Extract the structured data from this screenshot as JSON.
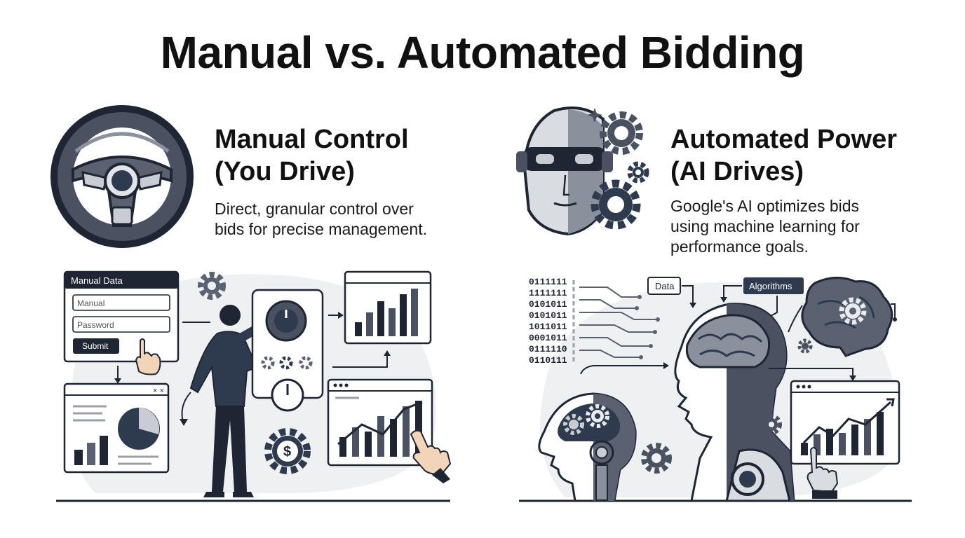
{
  "title": "Manual vs. Automated Bidding",
  "manual": {
    "heading_line1": "Manual Control",
    "heading_line2": "(You Drive)",
    "desc_line1": "Direct, granular control over",
    "desc_line2": "bids for precise management.",
    "form": {
      "title": "Manual Data",
      "field1_placeholder": "Manual",
      "field2_placeholder": "Password",
      "submit_label": "Submit"
    },
    "gear_symbol": "$"
  },
  "automated": {
    "heading_line1": "Automated Power",
    "heading_line2": "(AI Drives)",
    "desc_line1": "Google's AI optimizes bids",
    "desc_line2": "using machine learning for",
    "desc_line3": "performance goals.",
    "label_data": "Data",
    "label_algorithms": "Algorithms",
    "binary_rows": [
      "0111111",
      "1111111",
      "0101011",
      "0101011",
      "1011011",
      "0001011",
      "0111110",
      "0110111"
    ]
  },
  "colors": {
    "navy": "#2e3a4d",
    "dark": "#1f2633",
    "gray": "#6b7280",
    "light": "#e9ebee",
    "blob": "#eef0f2"
  },
  "icons": [
    "steering-wheel-icon",
    "robot-head-icon",
    "gear-icon",
    "pointer-hand-icon",
    "dial-knob-icon",
    "gauge-icon",
    "dollar-gear-icon",
    "brain-icon",
    "ai-head-icon"
  ]
}
